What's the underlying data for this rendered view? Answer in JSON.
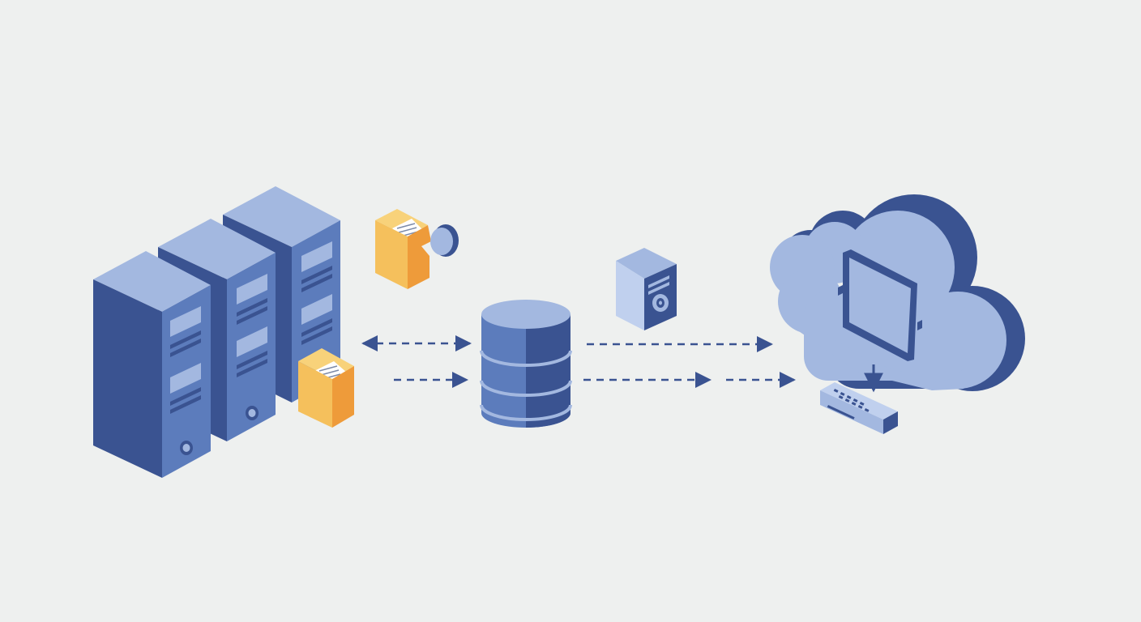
{
  "diagram": {
    "nodes": [
      {
        "id": "server-rack-1",
        "kind": "server",
        "icon": "server-rack-icon"
      },
      {
        "id": "server-rack-2",
        "kind": "server",
        "icon": "server-rack-icon"
      },
      {
        "id": "server-rack-3",
        "kind": "server",
        "icon": "server-rack-icon"
      },
      {
        "id": "file-folder-1",
        "kind": "folder",
        "icon": "file-folder-icon"
      },
      {
        "id": "file-folder-2",
        "kind": "folder",
        "icon": "file-folder-icon"
      },
      {
        "id": "disc-token",
        "kind": "disc",
        "icon": "disc-icon"
      },
      {
        "id": "database",
        "kind": "database",
        "icon": "database-icon"
      },
      {
        "id": "storage-box",
        "kind": "box",
        "icon": "storage-box-icon"
      },
      {
        "id": "cloud",
        "kind": "cloud",
        "icon": "cloud-icon"
      },
      {
        "id": "cloud-screen",
        "kind": "screen",
        "icon": "monitor-icon"
      },
      {
        "id": "router",
        "kind": "router",
        "icon": "router-icon"
      }
    ],
    "edges": [
      {
        "id": "servers-database-sync",
        "from": "server-rack-3",
        "to": "database",
        "direction": "both",
        "style": "dashed"
      },
      {
        "id": "servers-to-database",
        "from": "file-folder-2",
        "to": "database",
        "direction": "forward",
        "style": "dashed"
      },
      {
        "id": "database-to-cloud-upper",
        "from": "database",
        "to": "cloud",
        "direction": "forward",
        "style": "dashed"
      },
      {
        "id": "database-to-cloud-lower",
        "from": "database",
        "to": "cloud",
        "direction": "forward",
        "style": "dashed"
      },
      {
        "id": "cloud-to-router",
        "from": "cloud",
        "to": "router",
        "direction": "forward",
        "style": "solid"
      }
    ]
  },
  "colors": {
    "background": "#eef0ef",
    "navy": "#3a5391",
    "mid_blue": "#5c7cbc",
    "light_blue": "#a3b8e0",
    "pale_blue": "#c0d0ee",
    "folder_yellow": "#f5c05c",
    "folder_orange": "#ee9b3a",
    "folder_light": "#f8d27a",
    "arrow": "#3a5391"
  }
}
